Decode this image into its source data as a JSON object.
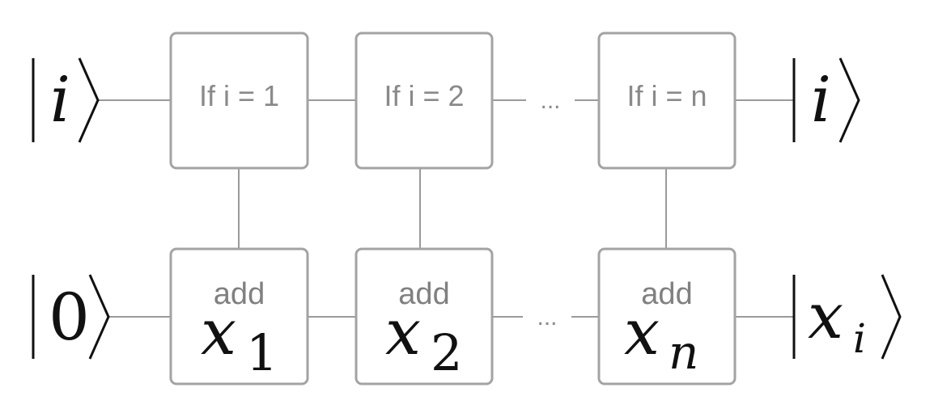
{
  "inputs": {
    "top": "i",
    "bottom": "0"
  },
  "outputs": {
    "top": "i",
    "bottom_var": "x",
    "bottom_sub": "i"
  },
  "control_gates": [
    {
      "label": "If i = 1"
    },
    {
      "label": "If i = 2"
    },
    {
      "label": "If i = n"
    }
  ],
  "add_gates": [
    {
      "label": "add",
      "var": "x",
      "sub": "1"
    },
    {
      "label": "add",
      "var": "x",
      "sub": "2"
    },
    {
      "label": "add",
      "var": "x",
      "sub": "n"
    }
  ],
  "ellipsis": {
    "top": "...",
    "bottom": "..."
  }
}
